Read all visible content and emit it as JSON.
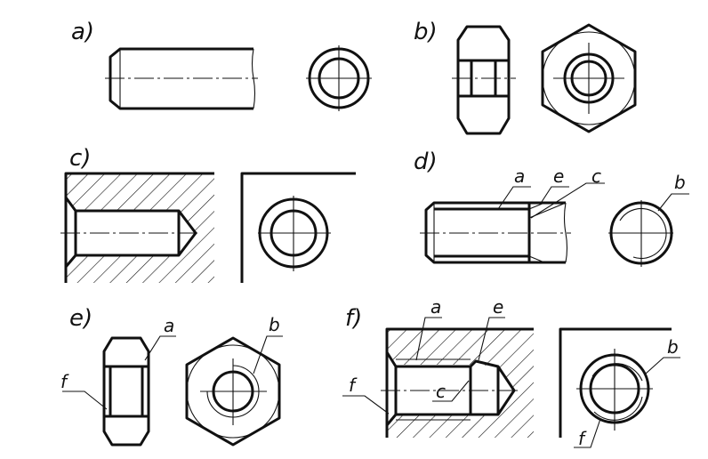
{
  "figure": {
    "panels": [
      {
        "id": "a",
        "label": "a)"
      },
      {
        "id": "b",
        "label": "b)"
      },
      {
        "id": "c",
        "label": "c)"
      },
      {
        "id": "d",
        "label": "d)",
        "callouts": [
          "a",
          "e",
          "c",
          "b"
        ]
      },
      {
        "id": "e",
        "label": "e)",
        "callouts": [
          "a",
          "b",
          "f"
        ]
      },
      {
        "id": "f",
        "label": "f)",
        "callouts": [
          "a",
          "e",
          "c",
          "f",
          "b",
          "f"
        ]
      }
    ]
  }
}
